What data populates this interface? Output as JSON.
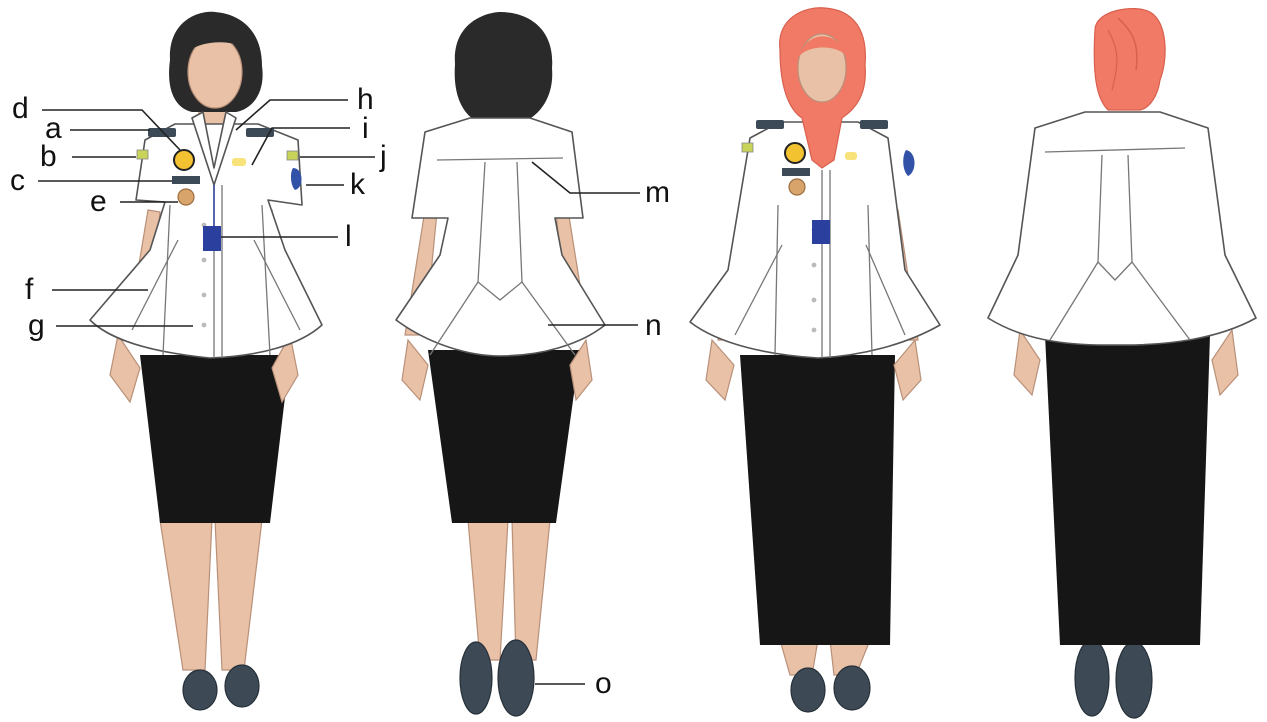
{
  "labels": {
    "a": "a",
    "b": "b",
    "c": "c",
    "d": "d",
    "e": "e",
    "f": "f",
    "g": "g",
    "h": "h",
    "i": "i",
    "j": "j",
    "k": "k",
    "l": "l",
    "m": "m",
    "n": "n",
    "o": "o"
  },
  "colors": {
    "shirt": "#ffffff",
    "skirt": "#161616",
    "skin": "#e8c1a6",
    "hair": "#2a2a2a",
    "hijab": "#f07a66",
    "shoes": "#3d4a55",
    "id_card": "#2b3f9e",
    "badge_gold": "#f2c230",
    "epaulette": "#3c4a58"
  },
  "figures": [
    {
      "view": "front",
      "head": "hair"
    },
    {
      "view": "back",
      "head": "hair"
    },
    {
      "view": "front",
      "head": "hijab"
    },
    {
      "view": "back",
      "head": "hijab"
    }
  ]
}
